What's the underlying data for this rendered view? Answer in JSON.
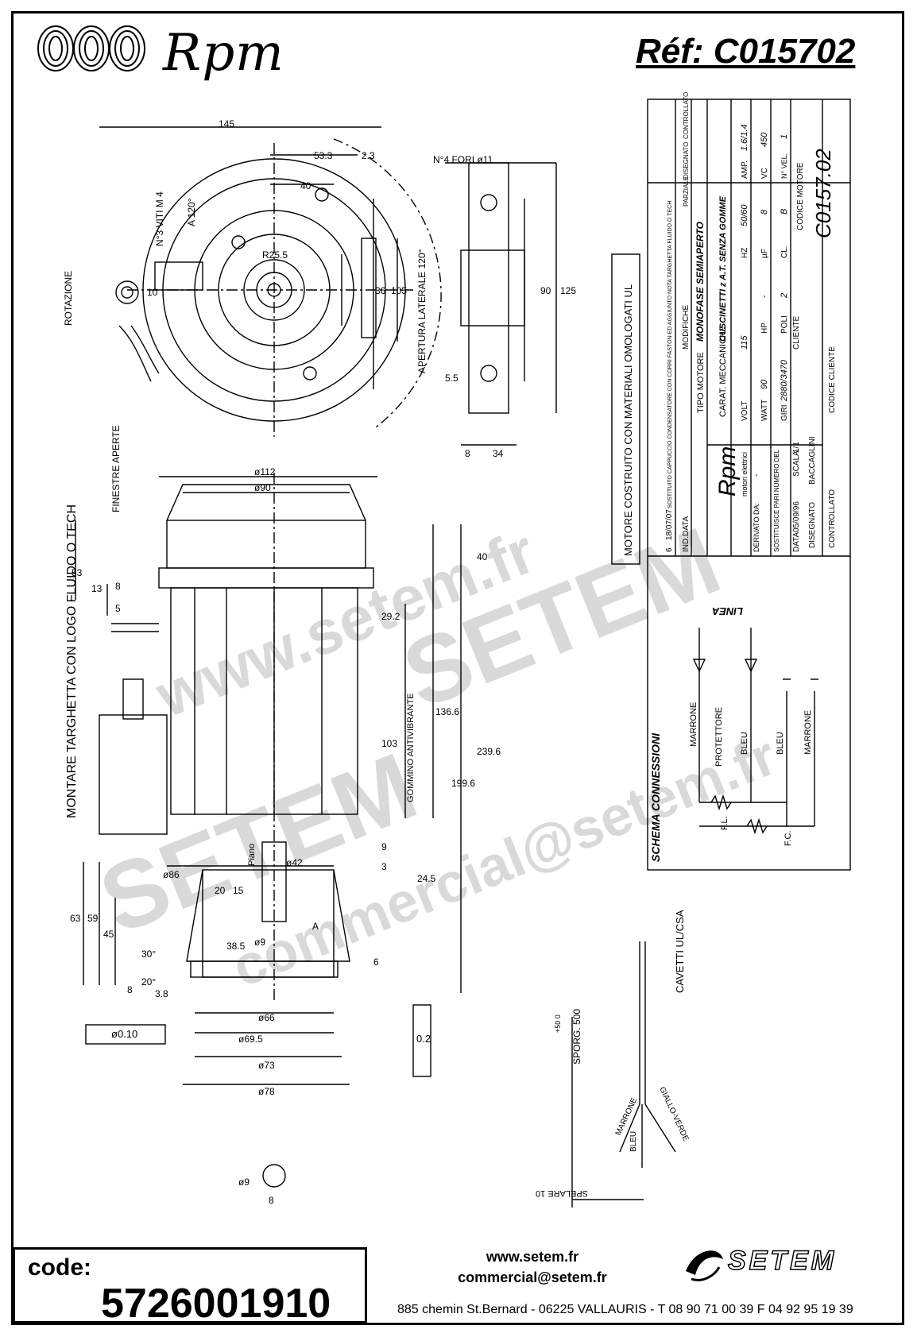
{
  "header": {
    "brand": "Rpm",
    "reference": "Réf:  C015702"
  },
  "title_block": {
    "vertical_note": "MOTORE COSTRUITO CON MATERIALI OMOLOGATI UL",
    "revision_row": {
      "index": "6",
      "date": "18/07/07",
      "description": "SOSTITUITO CAPPUCCIO CONDENSATORE CON CORRI FASTON ED AGGIUNTO NOTA TARGHETTA FLUIDO O TECH"
    },
    "columns": {
      "ind": "IND.",
      "date": "DATA",
      "changes": "MODIFICHE",
      "drawn": "DISEGNATO",
      "checked": "CONTROLLATO",
      "origin": "PARZIALE"
    },
    "company_mark": "Rpm",
    "company_sub": "motori elettrici",
    "tipo_motore_label": "TIPO MOTORE",
    "tipo_motore_value": "MONOFASE SEMIAPERTO",
    "carat_label": "CARAT. MECCANICHE",
    "carat_value": "CUSCINETTI z A.T. SENZA GOMME",
    "volt_label": "VOLT",
    "volt_value": "115",
    "hz_label": "HZ",
    "hz_value": "50/60",
    "amp_label": "AMP.",
    "amp_value": "1.6/1.4",
    "watt_label": "WATT",
    "watt_value": "90",
    "hp_label": "HP",
    "hp_value": "-",
    "uf_label": "µF",
    "uf_value": "8",
    "vc_label": "VC",
    "vc_value": "450",
    "giri_label": "GIRI",
    "giri_value": "2880/3470",
    "poli_label": "POLI",
    "poli_value": "2",
    "cl_label": "CL.",
    "cl_value": "B",
    "vel_label": "N° VEL.",
    "vel_value": "1",
    "derivato_label": "DERIVATO DA:",
    "derivato_value": "-",
    "sostituisce_label": "SOSTITUISCE PARI NUMERO DEL",
    "sostituisce_value": "-",
    "data_label": "DATA",
    "data_value": "05/09/96",
    "scala_label": "SCALA",
    "scala_value": "1/1",
    "disegnato_label": "DISEGNATO",
    "disegnato_value": "BACCAGLINI",
    "controllato_label": "CONTROLLATO",
    "cliente_label": "CLIENTE",
    "codice_cliente_label": "CODICE CLIENTE",
    "codice_motore_label": "CODICE MOTORE",
    "codice_motore_value": "C0157.02"
  },
  "schema": {
    "title": "SCHEMA CONNESSIONI",
    "linea": "LINEA",
    "marrone": "MARRONE",
    "protettore": "PROTETTORE",
    "bleu": "BLEU",
    "bleu2": "BLEU",
    "marrone2": "MARRONE",
    "fl": "F.L.",
    "fc": "F.C."
  },
  "cables": {
    "title": "CAVETTI UL/CSA",
    "sporg": "SPORG. 500",
    "sporg_tol": "+50 0",
    "marrone": "MARRONE",
    "bleu": "BLEU",
    "giallo_verde": "GIALLO-VERDE",
    "spelare": "SPELARE 10"
  },
  "top_view": {
    "rotazione": "ROTAZIONE",
    "viti": "N°3 VITI M 4",
    "angle": "A 120°",
    "apertura": "APERTURA LATERALE 120°",
    "fori": "N°4 FORI ø11",
    "dims": {
      "d145": "145",
      "d53_3": "53.3",
      "d2_3": "2.3",
      "d40": "40",
      "d36": "36",
      "d105": "105",
      "d90": "90",
      "d125": "125",
      "d5_5": "5.5",
      "d8": "8",
      "d34": "34",
      "d10": "10",
      "r25": "R25.5"
    }
  },
  "side_view": {
    "finestre": "FINESTRE APERTE",
    "targhetta": "MONTARE TARGHETTA CON LOGO FLUIDO O TECH",
    "gommino": "GOMMINO ANTIVIBRANTE",
    "piano": "Piano",
    "datum": "A",
    "dims": {
      "d112": "ø112",
      "d90": "ø90",
      "d53": "53",
      "d40": "40",
      "d13": "13",
      "d8": "8",
      "d5": "5",
      "d29_2": "29.2",
      "d136_6": "136.6",
      "d103": "103",
      "d199_6": "199.6",
      "d239_6": "239.6",
      "d9": "9",
      "d24_5": "24.5",
      "d3": "3",
      "d63": "63",
      "d59": "59",
      "d45": "45",
      "d86": "ø86",
      "d42": "ø42",
      "d20": "20",
      "d15": "15",
      "d38_5": "38.5",
      "d9s": "ø9",
      "d6": "6",
      "d30": "30°",
      "d20a": "20°",
      "d3_8": "3.8",
      "d8b": "8",
      "d66": "ø66",
      "d69_5": "ø69.5",
      "d73": "ø73",
      "d78": "ø78",
      "tol1": "0.2",
      "tol2": "ø0.10",
      "shaft": "ø9",
      "shaft_len": "8"
    }
  },
  "footer": {
    "code_label": "code:",
    "code_value": "5726001910",
    "website": "www.setem.fr",
    "email": "commercial@setem.fr",
    "address": "885 chemin St.Bernard  -  06225 VALLAURIS  -  T 08 90 71 00 39  F 04 92 95 19 39",
    "logo": "SETEM"
  },
  "watermark": {
    "line1": "www.setem.fr",
    "line2": "SETEM",
    "line3": "SETEM",
    "line4": "commercial@setem.fr"
  }
}
